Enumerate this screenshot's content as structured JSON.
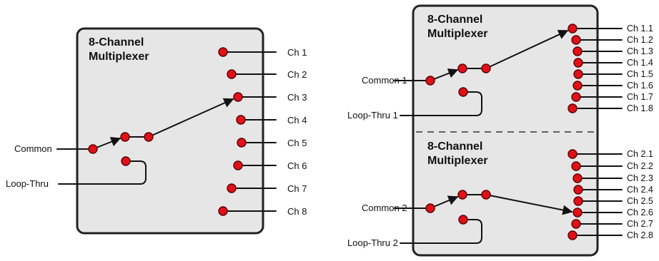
{
  "left": {
    "title_line1": "8-Channel",
    "title_line2": "Multiplexer",
    "common_label": "Common",
    "loop_label": "Loop-Thru",
    "channels": [
      "Ch 1",
      "Ch 2",
      "Ch 3",
      "Ch 4",
      "Ch 5",
      "Ch 6",
      "Ch 7",
      "Ch 8"
    ],
    "selected_channel": "Ch 3"
  },
  "right": {
    "top": {
      "title_line1": "8-Channel",
      "title_line2": "Multiplexer",
      "common_label": "Common 1",
      "loop_label": "Loop-Thru 1",
      "channels": [
        "Ch 1.1",
        "Ch 1.2",
        "Ch 1.3",
        "Ch 1.4",
        "Ch 1.5",
        "Ch 1.6",
        "Ch 1.7",
        "Ch 1.8"
      ],
      "selected_channel": "Ch 1.1"
    },
    "bottom": {
      "title_line1": "8-Channel",
      "title_line2": "Multiplexer",
      "common_label": "Common 2",
      "loop_label": "Loop-Thru 2",
      "channels": [
        "Ch 2.1",
        "Ch 2.2",
        "Ch 2.3",
        "Ch 2.4",
        "Ch 2.5",
        "Ch 2.6",
        "Ch 2.7",
        "Ch 2.8"
      ],
      "selected_channel": "Ch 2.6"
    }
  },
  "colors": {
    "contact": "#e0101a",
    "box_fill": "#e6e6e6",
    "box_stroke": "#222222"
  }
}
